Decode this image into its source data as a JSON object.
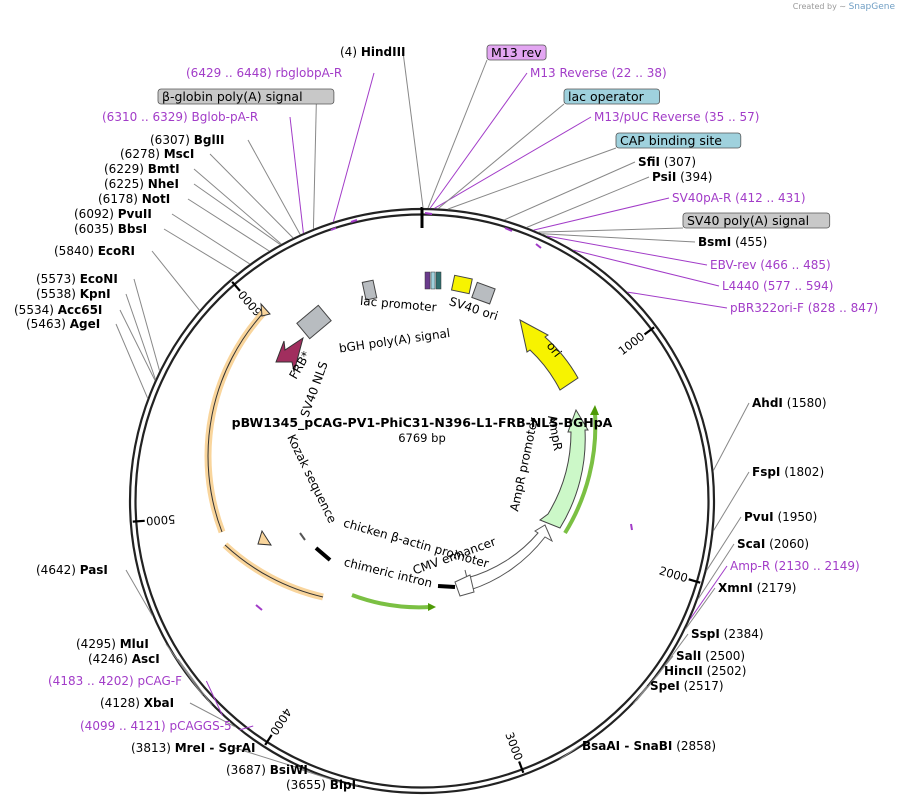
{
  "watermark": {
    "prefix": "Created by",
    "brand": "SnapGene"
  },
  "plasmid": {
    "name": "pBW1345_pCAG-PV1-PhiC31-N396-L1-FRB-NLS-BGHpA",
    "size": "6769 bp",
    "length": 6769
  },
  "ticks": [
    {
      "bp": 1000,
      "label": "1000"
    },
    {
      "bp": 2000,
      "label": "2000"
    },
    {
      "bp": 3000,
      "label": "3000"
    },
    {
      "bp": 4000,
      "label": "4000"
    },
    {
      "bp": 5000,
      "label": "5000"
    },
    {
      "bp": 6000,
      "label": "6000"
    }
  ],
  "enzymes": [
    {
      "name": "HindIII",
      "pos": "(4)",
      "bp": 4
    },
    {
      "name": "SfiI",
      "pos": "(307)",
      "bp": 307
    },
    {
      "name": "PsiI",
      "pos": "(394)",
      "bp": 394
    },
    {
      "name": "BsmI",
      "pos": "(455)",
      "bp": 455
    },
    {
      "name": "AhdI",
      "pos": "(1580)",
      "bp": 1580
    },
    {
      "name": "FspI",
      "pos": "(1802)",
      "bp": 1802
    },
    {
      "name": "PvuI",
      "pos": "(1950)",
      "bp": 1950
    },
    {
      "name": "ScaI",
      "pos": "(2060)",
      "bp": 2060
    },
    {
      "name": "XmnI",
      "pos": "(2179)",
      "bp": 2179
    },
    {
      "name": "SspI",
      "pos": "(2384)",
      "bp": 2384
    },
    {
      "name": "SalI",
      "pos": "(2500)",
      "bp": 2500
    },
    {
      "name": "HincII",
      "pos": "(2502)",
      "bp": 2502
    },
    {
      "name": "SpeI",
      "pos": "(2517)",
      "bp": 2517
    },
    {
      "name": "BsaAI - SnaBI",
      "pos": "(2858)",
      "bp": 2858
    },
    {
      "name": "BlpI",
      "pos": "(3655)",
      "bp": 3655
    },
    {
      "name": "BsiWI",
      "pos": "(3687)",
      "bp": 3687
    },
    {
      "name": "MreI - SgrAI",
      "pos": "(3813)",
      "bp": 3813
    },
    {
      "name": "XbaI",
      "pos": "(4128)",
      "bp": 4128
    },
    {
      "name": "AscI",
      "pos": "(4246)",
      "bp": 4246
    },
    {
      "name": "MluI",
      "pos": "(4295)",
      "bp": 4295
    },
    {
      "name": "PasI",
      "pos": "(4642)",
      "bp": 4642
    },
    {
      "name": "AgeI",
      "pos": "(5463)",
      "bp": 5463
    },
    {
      "name": "Acc65I",
      "pos": "(5534)",
      "bp": 5534
    },
    {
      "name": "KpnI",
      "pos": "(5538)",
      "bp": 5538
    },
    {
      "name": "EcoNI",
      "pos": "(5573)",
      "bp": 5573
    },
    {
      "name": "EcoRI",
      "pos": "(5840)",
      "bp": 5840
    },
    {
      "name": "BbsI",
      "pos": "(6035)",
      "bp": 6035
    },
    {
      "name": "PvuII",
      "pos": "(6092)",
      "bp": 6092
    },
    {
      "name": "NotI",
      "pos": "(6178)",
      "bp": 6178
    },
    {
      "name": "NheI",
      "pos": "(6225)",
      "bp": 6225
    },
    {
      "name": "BmtI",
      "pos": "(6229)",
      "bp": 6229
    },
    {
      "name": "MscI",
      "pos": "(6278)",
      "bp": 6278
    },
    {
      "name": "BglII",
      "pos": "(6307)",
      "bp": 6307
    }
  ],
  "primers": [
    {
      "name": "M13 Reverse",
      "pos": "(22 .. 38)",
      "bp": 30
    },
    {
      "name": "M13/pUC Reverse",
      "pos": "(35 .. 57)",
      "bp": 46
    },
    {
      "name": "SV40pA-R",
      "pos": "(412 .. 431)",
      "bp": 421
    },
    {
      "name": "EBV-rev",
      "pos": "(466 .. 485)",
      "bp": 475
    },
    {
      "name": "L4440",
      "pos": "(577 .. 594)",
      "bp": 585
    },
    {
      "name": "pBR322ori-F",
      "pos": "(828 .. 847)",
      "bp": 837
    },
    {
      "name": "Amp-R",
      "pos": "(2130 .. 2149)",
      "bp": 2140
    },
    {
      "name": "pCAG-F",
      "pos": "(4183 .. 4202)",
      "bp": 4192
    },
    {
      "name": "pCAGGS-5",
      "pos": "(4099 .. 4121)",
      "bp": 4110
    },
    {
      "name": "Bglob-pA-R",
      "pos": "(6310 .. 6329)",
      "bp": 6320
    },
    {
      "name": "rbglobpA-R",
      "pos": "(6429 .. 6448)",
      "bp": 6438
    }
  ],
  "boxed_features": [
    {
      "name": "M13 rev",
      "color": "#e3a6f2"
    },
    {
      "name": "lac operator",
      "color": "#9fd1dd"
    },
    {
      "name": "CAP binding site",
      "color": "#9fd1dd"
    },
    {
      "name": "SV40 poly(A) signal",
      "color": "#c8c8c8"
    },
    {
      "name": "β-globin poly(A) signal",
      "color": "#c8c8c8"
    }
  ],
  "inner_labels": {
    "lac_promoter": "lac promoter",
    "sv40_ori": "SV40 ori",
    "bgh": "bGH poly(A) signal",
    "ori": "ori",
    "frb": "FRB*",
    "sv40nls": "SV40 NLS",
    "ampr": "AmpR",
    "ampr_promoter": "AmpR promoter",
    "kozak": "Kozak sequence",
    "cmv": "CMV enhancer",
    "chicken": "chicken β-actin promoter",
    "intron": "chimeric intron"
  },
  "colors": {
    "primer": "#a23cc8",
    "ori": "#f7f300",
    "ampr": "#ccf8c8",
    "cds": "#f9d59c",
    "frb": "#a12e5e",
    "grey_feature": "#b8bcc0",
    "green_arrow": "#4e9a06"
  }
}
